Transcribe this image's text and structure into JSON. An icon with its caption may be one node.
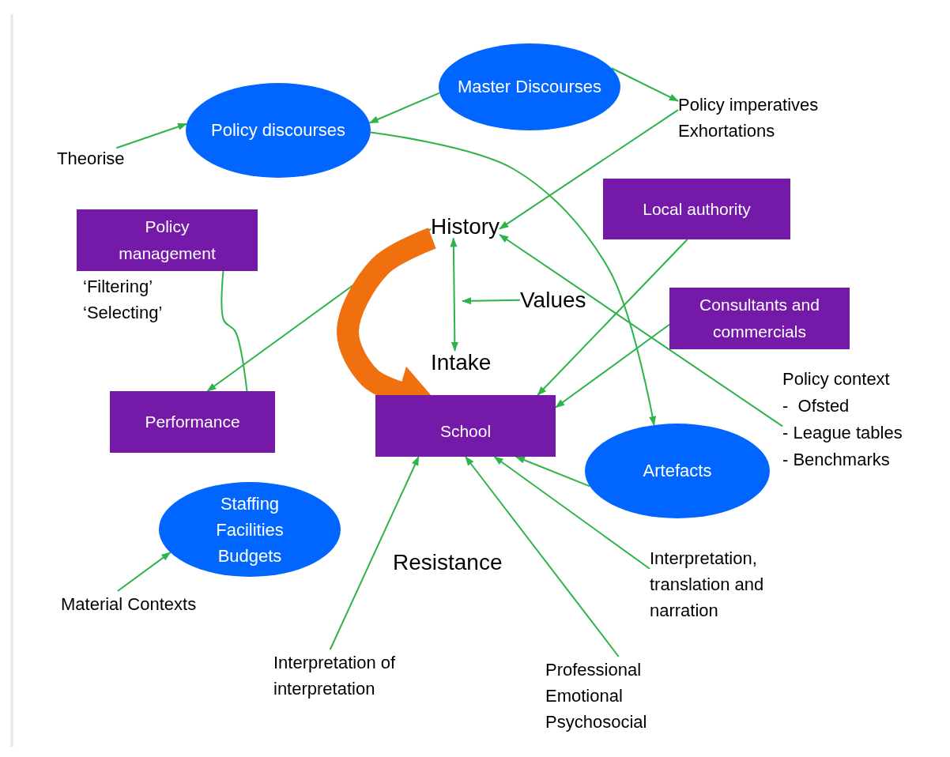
{
  "diagram": {
    "nodes": [
      {
        "text": [
          "Master Discourses"
        ]
      },
      {
        "text": [
          "Policy discourses"
        ]
      },
      {
        "text": [
          "Theorise"
        ]
      },
      {
        "text": [
          "Policy imperatives",
          "Exhortations"
        ]
      },
      {
        "text": [
          "Policy management"
        ],
        "beside": [
          "‘Filtering’",
          "‘Selecting’"
        ]
      },
      {
        "text": [
          "History"
        ]
      },
      {
        "text": [
          "Local authority"
        ]
      },
      {
        "text": [
          "Values"
        ]
      },
      {
        "text": [
          "Consultants and commercials"
        ]
      },
      {
        "text": [
          "Intake"
        ]
      },
      {
        "text": [
          "Performance"
        ]
      },
      {
        "text": [
          "School"
        ]
      },
      {
        "text": [
          "Policy context",
          "-  Ofsted",
          "- League tables",
          "- Benchmarks"
        ]
      },
      {
        "text": [
          "Artefacts"
        ]
      },
      {
        "text": [
          "Staffing Facilities Budgets"
        ]
      },
      {
        "text": [
          "Material Contexts"
        ]
      },
      {
        "text": [
          "Interpretation, translation and narration"
        ]
      },
      {
        "text": [
          "Interpretation of interpretation"
        ]
      },
      {
        "text": [
          "Professional Emotional Psychosocial"
        ]
      }
    ],
    "edges": [
      {
        "from": 0,
        "to": 1,
        "arrow": "to"
      },
      {
        "from": 0,
        "to": 3,
        "arrow": "to"
      },
      {
        "from": 2,
        "to": 1,
        "arrow": "to"
      },
      {
        "from": 3,
        "to": 5,
        "arrow": "to"
      },
      {
        "from": 1,
        "to": 13,
        "arrow": "to"
      },
      {
        "from": 5,
        "to": 10,
        "arrow": "to"
      },
      {
        "from": 4,
        "to": 10,
        "arrow": "none"
      },
      {
        "from": 5,
        "to": 9,
        "arrow": "both"
      },
      {
        "from": 7,
        "to": null,
        "arrow": "to"
      },
      {
        "from": 5,
        "to": 11,
        "arrow": "to",
        "style": "thick",
        "color": "#f07010"
      },
      {
        "from": 6,
        "to": 11,
        "arrow": "to"
      },
      {
        "from": 8,
        "to": 11,
        "arrow": "to"
      },
      {
        "from": 12,
        "to": 5,
        "arrow": "to"
      },
      {
        "from": 13,
        "to": 11,
        "arrow": "to"
      },
      {
        "from": 15,
        "to": 14,
        "arrow": "to"
      },
      {
        "from": 17,
        "to": 11,
        "arrow": "to"
      },
      {
        "from": 18,
        "to": 11,
        "arrow": "to"
      },
      {
        "from": 16,
        "to": 11,
        "arrow": "to"
      }
    ],
    "labels": [
      "Resistance"
    ]
  }
}
